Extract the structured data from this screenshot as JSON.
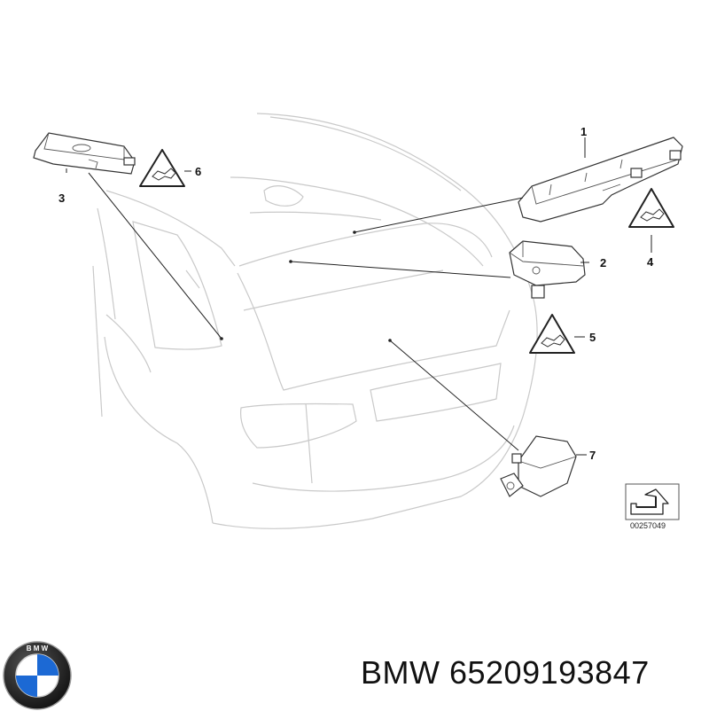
{
  "diagram": {
    "callouts": [
      {
        "id": "callout-1",
        "label": "1"
      },
      {
        "id": "callout-2",
        "label": "2"
      },
      {
        "id": "callout-3",
        "label": "3"
      },
      {
        "id": "callout-4",
        "label": "4"
      },
      {
        "id": "callout-5",
        "label": "5"
      },
      {
        "id": "callout-6",
        "label": "6"
      },
      {
        "id": "callout-7",
        "label": "7"
      }
    ],
    "diagram_id": "00257049"
  },
  "logo": {
    "letters": "B M W"
  },
  "footer": {
    "brand": "BMW",
    "part_number": "65209193847",
    "text": "BMW 65209193847"
  },
  "colors": {
    "background": "#ffffff",
    "car_outline": "#c9c9c9",
    "part_stroke": "#333333",
    "logo_blue": "#1c69d4"
  }
}
